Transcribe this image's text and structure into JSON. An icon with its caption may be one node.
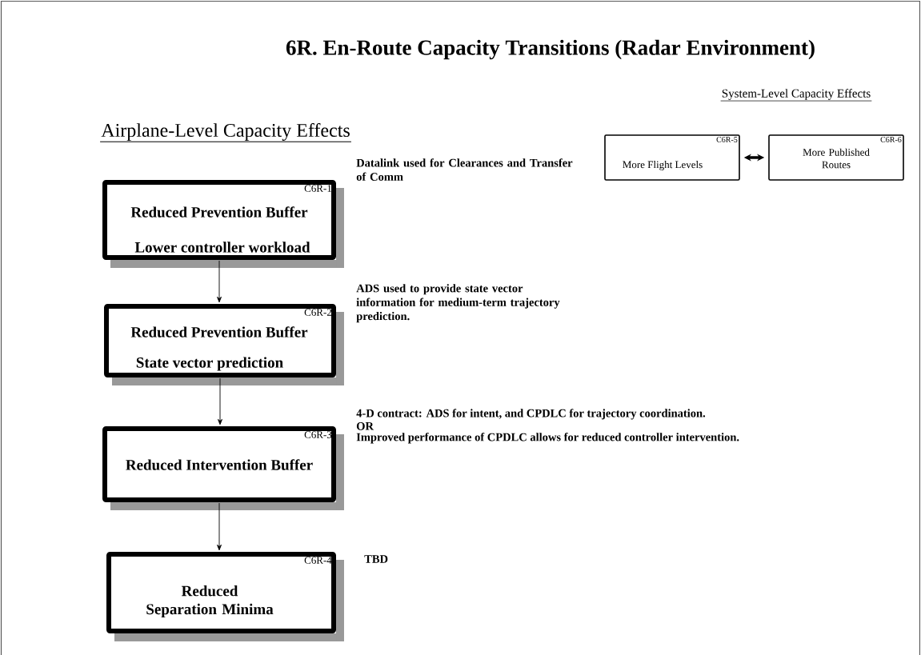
{
  "diagram": {
    "title": "6R.  En-Route Capacity Transitions (Radar Environment)",
    "nodes": [
      {
        "text": [
          "C6R-5",
          "More Flight Levels"
        ]
      },
      {
        "text": [
          "C6R-6",
          "More Published Routes"
        ]
      },
      {
        "text": [
          "C6R-1",
          "Reduced Prevention Buffer",
          "Lower controller workload"
        ],
        "beside": [
          "Datalink used for Clearances and Transfer of Comm"
        ]
      },
      {
        "text": [
          "C6R-2",
          "Reduced Prevention Buffer",
          "State vector prediction"
        ],
        "beside": [
          "ADS used to provide state vector information for medium-term trajectory prediction."
        ]
      },
      {
        "text": [
          "C6R-3",
          "Reduced Intervention Buffer"
        ],
        "beside": [
          "4-D contract:  ADS for intent, and CPDLC for trajectory coordination.",
          "OR",
          "Improved performance of CPDLC allows for reduced controller intervention."
        ]
      },
      {
        "text": [
          "C6R-4",
          "Reduced Separation Minima"
        ],
        "beside": [
          "TBD"
        ]
      }
    ],
    "edges": [
      {
        "from": 0,
        "to": 1,
        "arrow": "both",
        "style": "thick"
      },
      {
        "from": 2,
        "to": 3,
        "arrow": "to"
      },
      {
        "from": 3,
        "to": 4,
        "arrow": "to"
      },
      {
        "from": 4,
        "to": 5,
        "arrow": "to"
      }
    ],
    "labels": [
      "System-Level Capacity Effects",
      "Airplane-Level Capacity Effects"
    ]
  }
}
